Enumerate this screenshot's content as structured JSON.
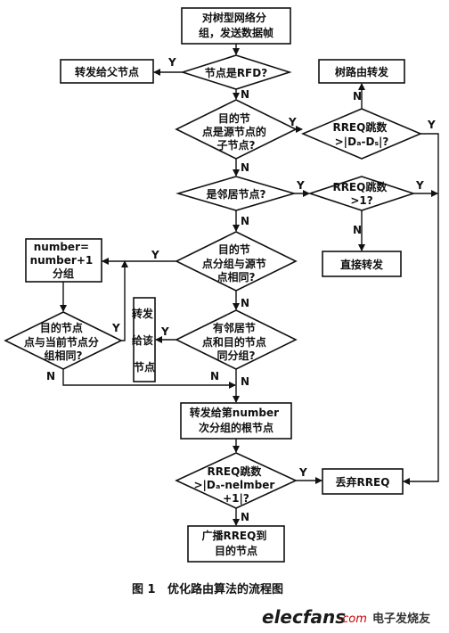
{
  "nodes": {
    "start": [
      "对树型网络分",
      "组，发送数据帧"
    ],
    "is_rfd": [
      "节点是RFD?"
    ],
    "to_parent": [
      "转发给父节点"
    ],
    "tree_route": [
      "树路由转发"
    ],
    "is_child": [
      "目的节",
      "点是源节点的",
      "子节点?"
    ],
    "rreq_hops_1": [
      "RREQ跳数",
      ">|Dₐ-Dₛ|?"
    ],
    "is_neighbor": [
      "是邻居节点?"
    ],
    "rreq_hops_2": [
      "RREQ跳数",
      ">1?"
    ],
    "direct_forward": [
      "直接转发"
    ],
    "number_box": [
      "number=",
      "number+1",
      "分组"
    ],
    "same_group": [
      "目的节",
      "点分组与源节",
      "点相同?"
    ],
    "forward_to_node": [
      "转发",
      "给该",
      "节点"
    ],
    "current_same_group": [
      "目的节点",
      "点与当前节点分",
      "组相同?"
    ],
    "neighbor_same_group": [
      "有邻居节",
      "点和目的节点",
      "同分组?"
    ],
    "forward_root": [
      "转发给第number",
      "次分组的根节点"
    ],
    "rreq_hops_3": [
      "RREQ跳数",
      ">|Dₐ-nelmber",
      "+1|?"
    ],
    "discard": [
      "丢弃RREQ"
    ],
    "broadcast": [
      "广播RREQ到",
      "目的节点"
    ]
  },
  "edge_labels": {
    "y": "Y",
    "n": "N"
  },
  "caption": {
    "figure_no": "图 1",
    "title": "优化路由算法的流程图"
  },
  "watermark": {
    "brand": "elecfans",
    "dotcom": "·com",
    "cn": "电子发烧友"
  }
}
